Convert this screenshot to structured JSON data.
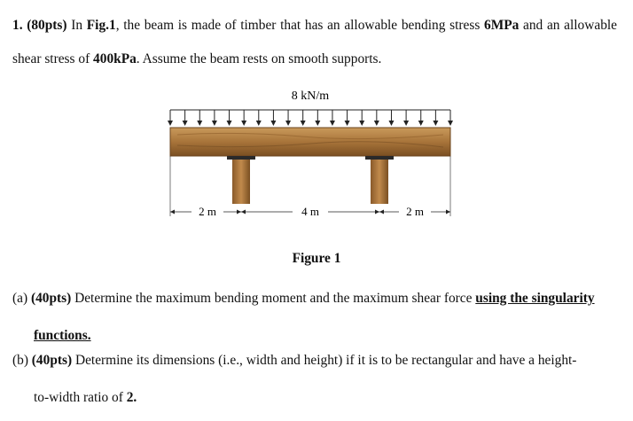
{
  "question": {
    "number_points": "1. (80pts)",
    "text_a": " In ",
    "fig_ref": "Fig.1",
    "text_b": ", the beam is made of timber that has an allowable bending stress ",
    "bending_stress": "6MPa",
    "text_c": " and an allowable shear stress of ",
    "shear_stress": "400kPa",
    "text_d": ". Assume the beam rests on smooth supports."
  },
  "figure": {
    "load_label": "8 kN/m",
    "dim_left": "2 m",
    "dim_mid": "4 m",
    "dim_right": "2 m",
    "caption": "Figure 1"
  },
  "part_a": {
    "label": "(a) ",
    "points": "(40pts)",
    "text": " Determine the maximum bending moment and the maximum shear force ",
    "emphasis_1": "using the singularity",
    "emphasis_2": "functions."
  },
  "part_b": {
    "label": "(b) ",
    "points": "(40pts)",
    "text": " Determine its dimensions (i.e., width and height) if it is to be rectangular and have a height-",
    "text_cont": "to-width ratio of ",
    "ratio": "2."
  },
  "colors": {
    "wood_light": "#b58241",
    "wood_dark": "#7a4f22",
    "support_metal": "#333333"
  }
}
